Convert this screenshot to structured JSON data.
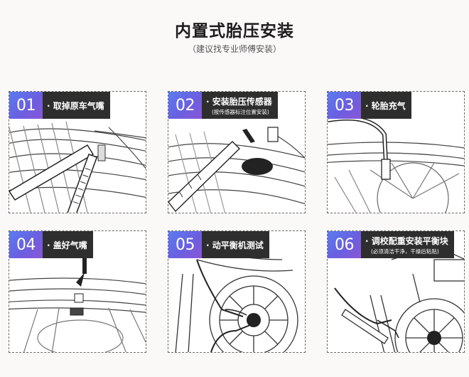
{
  "header": {
    "title": "内置式胎压安装",
    "subtitle": "（建议找专业师傅安装）"
  },
  "steps": [
    {
      "num": "01",
      "label": "取掉原车气嘴",
      "sub": ""
    },
    {
      "num": "02",
      "label": "安装胎压传感器",
      "sub": "(按传感器标注位置安装)"
    },
    {
      "num": "03",
      "label": "轮胎充气",
      "sub": ""
    },
    {
      "num": "04",
      "label": "盖好气嘴",
      "sub": ""
    },
    {
      "num": "05",
      "label": "动平衡机测试",
      "sub": ""
    },
    {
      "num": "06",
      "label": "调校配重安装平衡块",
      "sub": "(必须清洁干净，干燥后粘贴)"
    }
  ]
}
